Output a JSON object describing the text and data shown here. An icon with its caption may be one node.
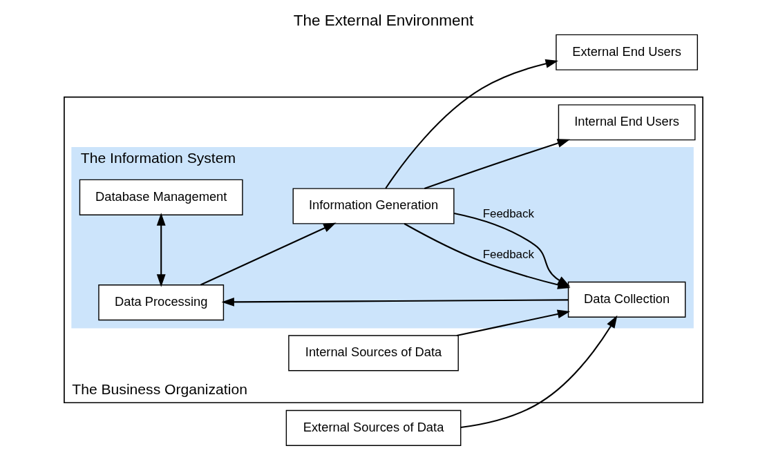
{
  "diagram": {
    "title": "The External Environment",
    "nodes": [
      {
        "text": [
          "The Business Organization"
        ]
      },
      {
        "text": [
          "The Information System"
        ],
        "in": 0
      },
      {
        "text": [
          "Database Management"
        ],
        "in": 1
      },
      {
        "text": [
          "Data Collection"
        ],
        "in": 1
      },
      {
        "text": [
          "Data Processing"
        ],
        "in": 1
      },
      {
        "text": [
          "Information Generation"
        ],
        "in": 1
      },
      {
        "text": [
          "Internal Sources of Data"
        ],
        "in": 0
      },
      {
        "text": [
          "Internal End Users"
        ],
        "in": 0
      },
      {
        "text": [
          "External Sources of Data"
        ]
      },
      {
        "text": [
          "External End Users"
        ]
      }
    ],
    "edges": [
      {
        "from": 8,
        "to": 3,
        "arrow": "to"
      },
      {
        "from": 3,
        "to": 4,
        "arrow": "to"
      },
      {
        "from": 4,
        "to": 2,
        "arrow": "both"
      },
      {
        "from": 4,
        "to": 5,
        "arrow": "to"
      },
      {
        "from": 5,
        "to": 9,
        "arrow": "to"
      },
      {
        "from": 6,
        "to": 3,
        "arrow": "to"
      },
      {
        "from": 5,
        "to": 7,
        "arrow": "to"
      },
      {
        "from": 5,
        "to": 3,
        "arrow": "to",
        "label": "Feedback"
      },
      {
        "from": 5,
        "to": 3,
        "arrow": "to",
        "label": "Feedback"
      }
    ]
  }
}
